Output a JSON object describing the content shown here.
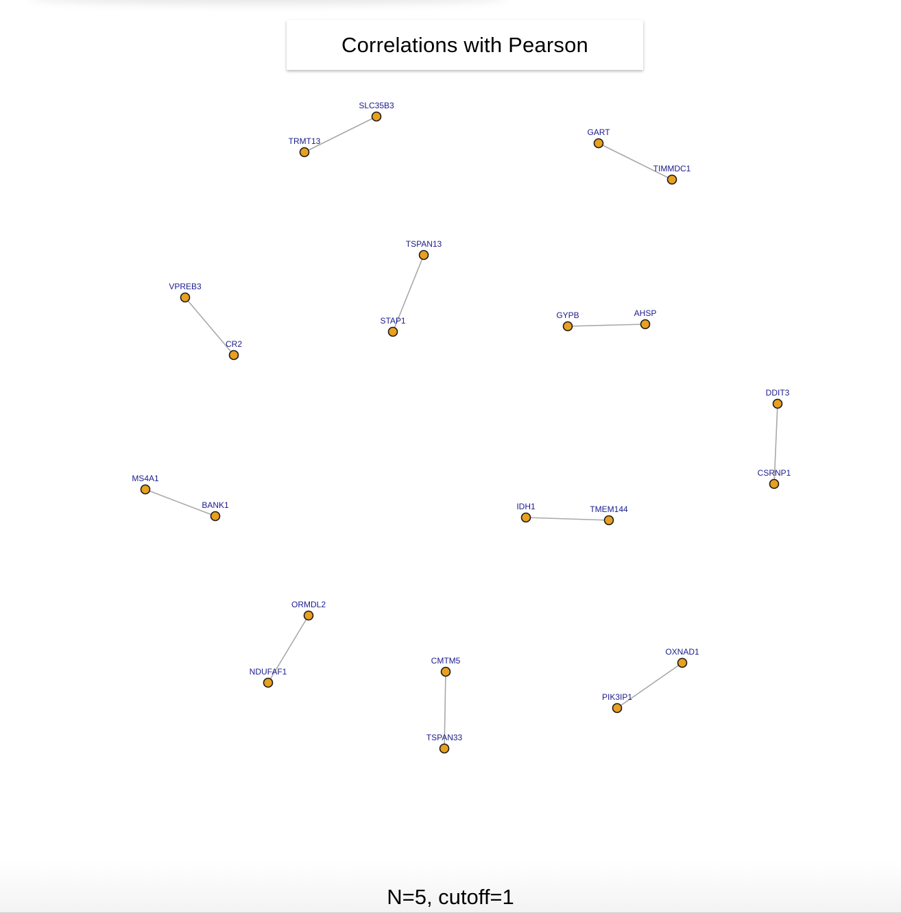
{
  "title": "Correlations with Pearson",
  "footer": "N=5, cutoff=1",
  "colors": {
    "node_fill": "#e8a020",
    "node_stroke": "#1a1a1a",
    "edge": "#a8a8a8",
    "label": "#1a1a8c"
  },
  "nodes": [
    {
      "id": "SLC35B3"
    },
    {
      "id": "TRMT13"
    },
    {
      "id": "GART"
    },
    {
      "id": "TIMMDC1"
    },
    {
      "id": "TSPAN13"
    },
    {
      "id": "STAP1"
    },
    {
      "id": "VPREB3"
    },
    {
      "id": "CR2"
    },
    {
      "id": "GYPB"
    },
    {
      "id": "AHSP"
    },
    {
      "id": "DDIT3"
    },
    {
      "id": "CSRNP1"
    },
    {
      "id": "MS4A1"
    },
    {
      "id": "BANK1"
    },
    {
      "id": "IDH1"
    },
    {
      "id": "TMEM144"
    },
    {
      "id": "ORMDL2"
    },
    {
      "id": "NDUFAF1"
    },
    {
      "id": "CMTM5"
    },
    {
      "id": "TSPAN33"
    },
    {
      "id": "OXNAD1"
    },
    {
      "id": "PIK3IP1"
    }
  ],
  "edges": [
    [
      "SLC35B3",
      "TRMT13"
    ],
    [
      "GART",
      "TIMMDC1"
    ],
    [
      "TSPAN13",
      "STAP1"
    ],
    [
      "VPREB3",
      "CR2"
    ],
    [
      "GYPB",
      "AHSP"
    ],
    [
      "DDIT3",
      "CSRNP1"
    ],
    [
      "MS4A1",
      "BANK1"
    ],
    [
      "IDH1",
      "TMEM144"
    ],
    [
      "ORMDL2",
      "NDUFAF1"
    ],
    [
      "CMTM5",
      "TSPAN33"
    ],
    [
      "OXNAD1",
      "PIK3IP1"
    ]
  ]
}
